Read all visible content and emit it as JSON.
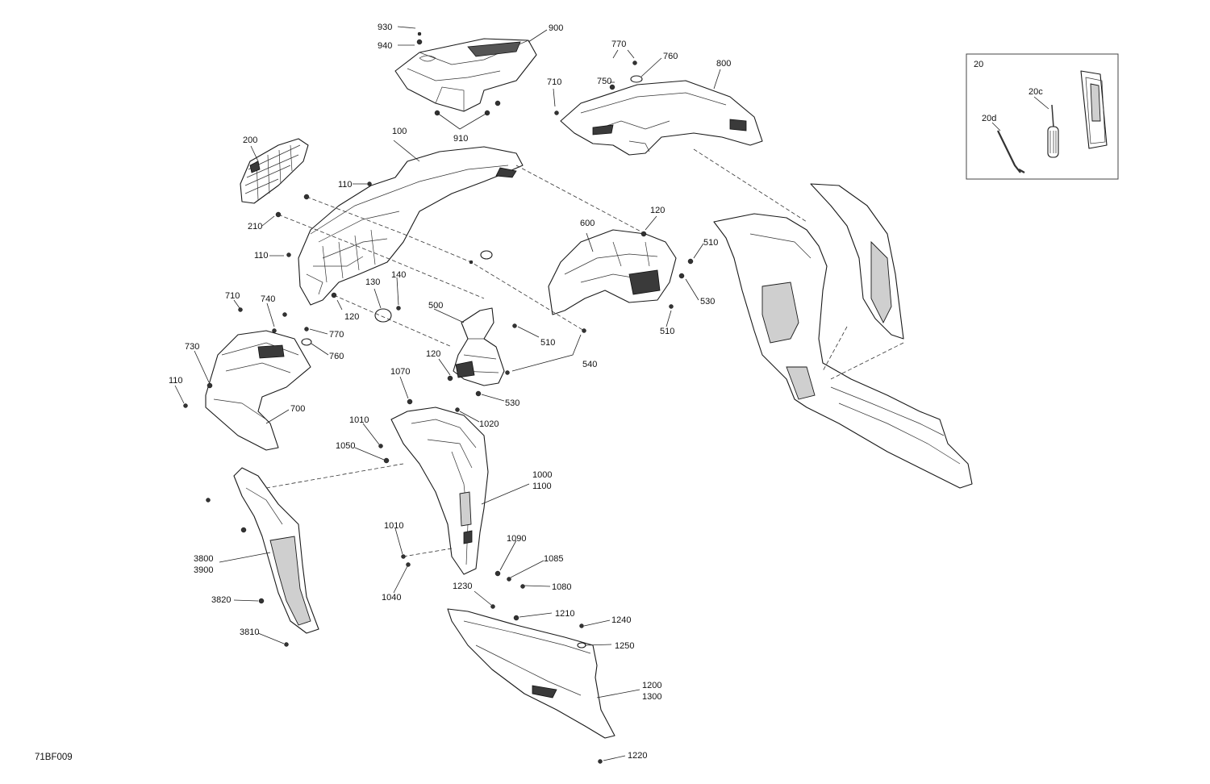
{
  "drawing_id": "71BF009",
  "inset": {
    "label": "20",
    "sublabels": [
      "20c",
      "20d"
    ]
  },
  "callouts": [
    "930",
    "940",
    "900",
    "910",
    "770",
    "760",
    "750",
    "710",
    "800",
    "200",
    "210",
    "100",
    "110",
    "110",
    "120",
    "120",
    "130",
    "140",
    "600",
    "510",
    "510",
    "510",
    "530",
    "530",
    "540",
    "500",
    "120",
    "710",
    "740",
    "770",
    "760",
    "730",
    "110",
    "700",
    "1070",
    "1010",
    "1020",
    "1050",
    "1000",
    "1100",
    "1010",
    "1090",
    "1085",
    "1080",
    "1040",
    "3800",
    "3900",
    "3820",
    "3810",
    "1230",
    "1210",
    "1240",
    "1250",
    "1200",
    "1300",
    "1220"
  ],
  "colors": {
    "line": "#1a1a1a",
    "shade": "#cfcfcf",
    "background": "#ffffff"
  }
}
